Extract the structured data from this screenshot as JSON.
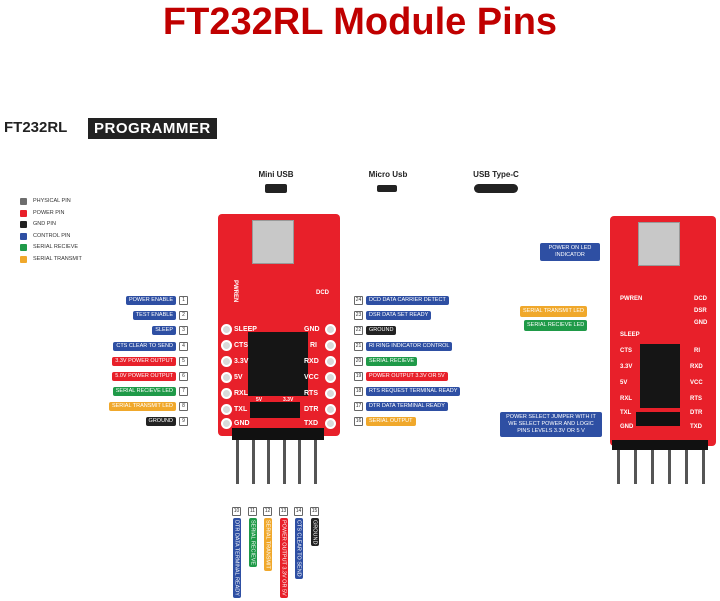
{
  "title": "FT232RL Module Pins",
  "subtitle": {
    "plain": "FT232RL",
    "boxed": "PROGRAMMER"
  },
  "connectors": [
    "Mini USB",
    "Micro Usb",
    "USB Type-C"
  ],
  "legend": [
    {
      "label": "PHYSICAL PIN",
      "color": "#6d6d6d"
    },
    {
      "label": "POWER PIN",
      "color": "#e8202a"
    },
    {
      "label": "GND PIN",
      "color": "#222222"
    },
    {
      "label": "CONTROL PIN",
      "color": "#2e4fa3"
    },
    {
      "label": "SERIAL RECIEVE",
      "color": "#1f9a48"
    },
    {
      "label": "SERIAL TRANSMIT",
      "color": "#f0a82b"
    }
  ],
  "left_pins": [
    {
      "num": "1",
      "label": "POWER ENABLE",
      "color": "#2e4fa3"
    },
    {
      "num": "2",
      "label": "TEST ENABLE",
      "color": "#2e4fa3"
    },
    {
      "num": "3",
      "label": "SLEEP",
      "color": "#2e4fa3"
    },
    {
      "num": "4",
      "label": "CTS CLEAR TO SEND",
      "color": "#2e4fa3"
    },
    {
      "num": "5",
      "label": "3.3V POWER OUTPUT",
      "color": "#e8202a"
    },
    {
      "num": "6",
      "label": "5.0V POWER OUTPUT",
      "color": "#e8202a"
    },
    {
      "num": "7",
      "label": "SERIAL RECIEVE LED",
      "color": "#1f9a48"
    },
    {
      "num": "8",
      "label": "SERIAL TRANSMIT LED",
      "color": "#f0a82b"
    },
    {
      "num": "9",
      "label": "GROUND",
      "color": "#222222"
    }
  ],
  "right_pins": [
    {
      "num": "24",
      "label": "DCD DATA CARRIER DETECT",
      "color": "#2e4fa3"
    },
    {
      "num": "23",
      "label": "DSR DATA SET READY",
      "color": "#2e4fa3"
    },
    {
      "num": "22",
      "label": "GROUND",
      "color": "#222222"
    },
    {
      "num": "21",
      "label": "RI RING INDICATOR CONTROL",
      "color": "#2e4fa3"
    },
    {
      "num": "20",
      "label": "SERIAL RECIEVE",
      "color": "#1f9a48"
    },
    {
      "num": "19",
      "label": "POWER OUTPUT 3.3V OR 5V",
      "color": "#e8202a"
    },
    {
      "num": "18",
      "label": "RTS REQUEST TERMINAL READY",
      "color": "#2e4fa3"
    },
    {
      "num": "17",
      "label": "DTR DATA TERMINAL READY",
      "color": "#2e4fa3"
    },
    {
      "num": "16",
      "label": "SERIAL OUTPUT",
      "color": "#f0a82b"
    }
  ],
  "silk_left": [
    "SLEEP",
    "CTS",
    "3.3V",
    "5V",
    "RXL",
    "TXL",
    "GND"
  ],
  "silk_right": [
    "GND",
    "RI",
    "RXD",
    "VCC",
    "RTS",
    "DTR",
    "TXD"
  ],
  "silk_top_left": "PWREN",
  "silk_top_right": "DCD",
  "bottom_pins": [
    {
      "num": "10",
      "label": "DTR DATA TERMINAL READY",
      "color": "#2e4fa3"
    },
    {
      "num": "11",
      "label": "SERIAL RECIEVE",
      "color": "#1f9a48"
    },
    {
      "num": "12",
      "label": "SERIAL TRANSMIT",
      "color": "#f0a82b"
    },
    {
      "num": "13",
      "label": "POWER OUTPUT 3.3V OR 5V",
      "color": "#e8202a"
    },
    {
      "num": "14",
      "label": "CTS CLEAR TO SEND",
      "color": "#2e4fa3"
    },
    {
      "num": "15",
      "label": "GROUND",
      "color": "#222222"
    }
  ],
  "right_board_notes": {
    "power_led": "POWER ON LED INDICATOR",
    "tx_led": "SERIAL TRANSMIT LED",
    "rx_led": "SERIAL RECIEVE LED",
    "jumper": "POWER SELECT JUMPER WITH IT WE SELECT POWER AND LOGIC PINS LEVELS 3.3V OR 5 V"
  },
  "right_silk": [
    "PWREN",
    "SLEEP",
    "CTS",
    "3.3V",
    "5V",
    "RXL",
    "TXL",
    "GND",
    "DCD",
    "DSR",
    "GND",
    "RI",
    "RXD",
    "VCC",
    "RTS",
    "DTR",
    "TXD"
  ],
  "jumper_labels": [
    "5V",
    "3.3V"
  ]
}
